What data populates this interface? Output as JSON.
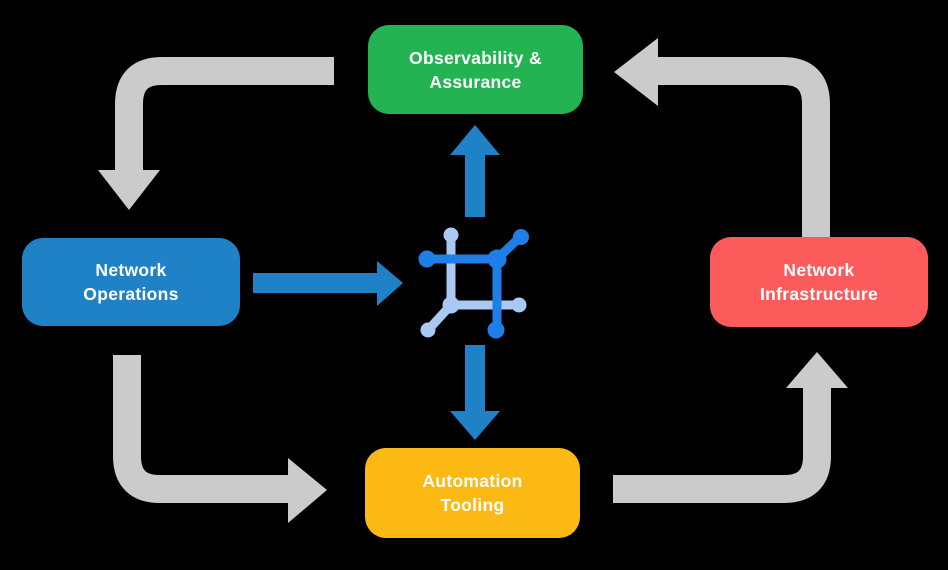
{
  "diagram": {
    "title": "Network automation lifecycle diagram",
    "background_color": "#000000",
    "nodes": [
      {
        "id": "observability-assurance",
        "label": "Observability &\nAssurance",
        "color": "#24B353"
      },
      {
        "id": "network-operations",
        "label": "Network\nOperations",
        "color": "#2082C6"
      },
      {
        "id": "network-infrastructure",
        "label": "Network\nInfrastructure",
        "color": "#FC5B5C"
      },
      {
        "id": "automation-tooling",
        "label": "Automation\nTooling",
        "color": "#FCB813"
      }
    ],
    "center_icon": {
      "name": "network-mesh-icon",
      "primary_color": "#1F7FE8",
      "secondary_color": "#A9C9F3"
    },
    "arrows": {
      "cycle_color": "#CBCBCB",
      "flow_color": "#2082C6",
      "cycle": [
        {
          "from": "observability-assurance",
          "to": "network-operations",
          "corner": "top-left"
        },
        {
          "from": "network-operations",
          "to": "automation-tooling",
          "corner": "bottom-left"
        },
        {
          "from": "automation-tooling",
          "to": "network-infrastructure",
          "corner": "bottom-right"
        },
        {
          "from": "network-infrastructure",
          "to": "observability-assurance",
          "corner": "top-right"
        }
      ],
      "flow": [
        {
          "from": "network-operations",
          "to": "center-icon",
          "direction": "right"
        },
        {
          "from": "center-icon",
          "to": "observability-assurance",
          "direction": "up"
        },
        {
          "from": "center-icon",
          "to": "automation-tooling",
          "direction": "down"
        }
      ]
    },
    "label_text_color": "#FFFFFF"
  }
}
